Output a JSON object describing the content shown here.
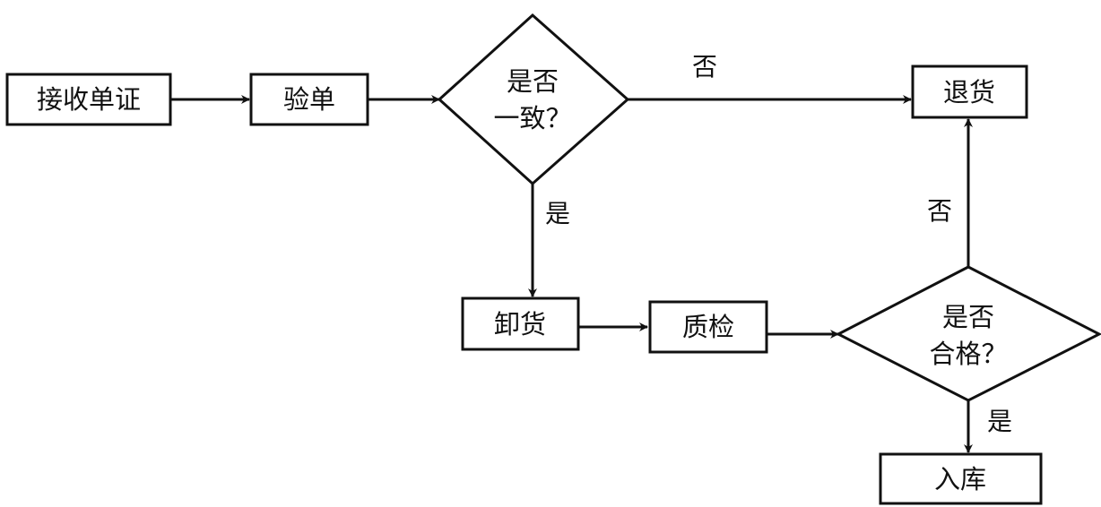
{
  "nodes": {
    "receive_docs": "接收单证",
    "check_docs": "验单",
    "consistent_q": [
      "是否",
      "一致？"
    ],
    "return_goods": "退货",
    "unload": "卸货",
    "quality_check": "质检",
    "qualified_q": [
      "是否",
      "合格？"
    ],
    "store": "入库"
  },
  "edges": {
    "consistent_no": "否",
    "consistent_yes": "是",
    "qualified_no": "否",
    "qualified_yes": "是"
  }
}
